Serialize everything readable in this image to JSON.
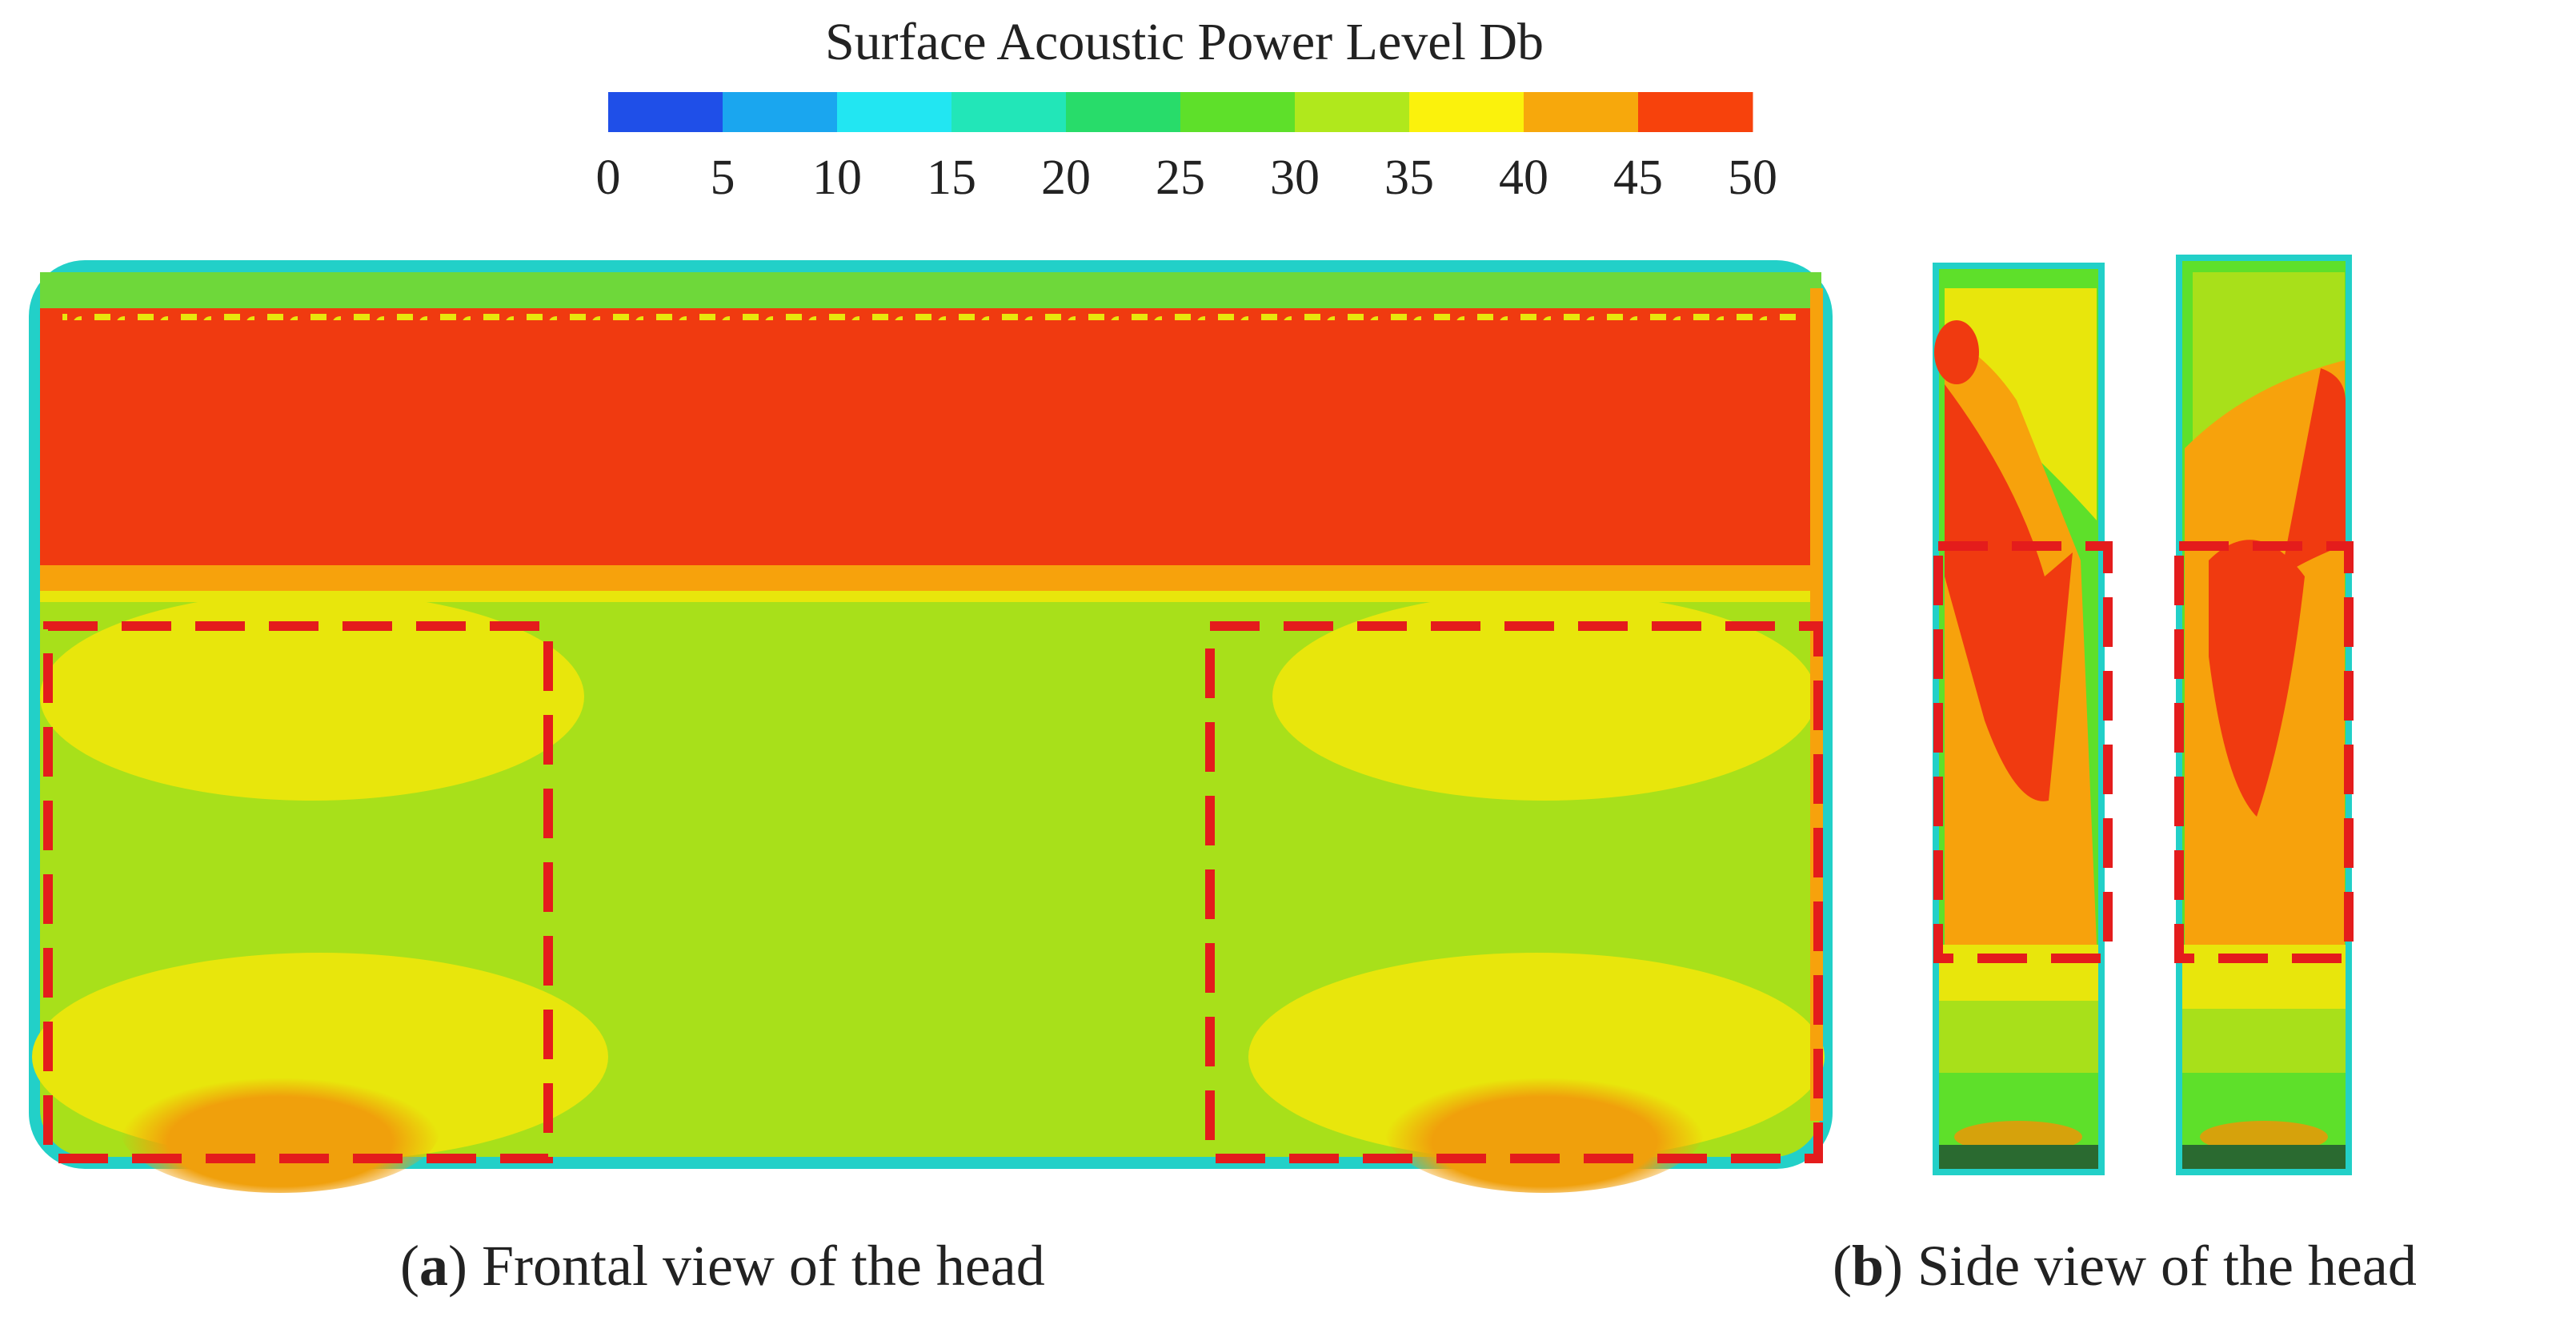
{
  "legend": {
    "title": "Surface Acoustic Power Level Db",
    "ticks": [
      "0",
      "5",
      "10",
      "15",
      "20",
      "25",
      "30",
      "35",
      "40",
      "45",
      "50"
    ],
    "colors": [
      "#1f4fe8",
      "#1aa6ef",
      "#22e6f2",
      "#22e6b8",
      "#28dc6a",
      "#5ee02a",
      "#b0e81c",
      "#fbf20c",
      "#f7a80c",
      "#f7420c"
    ]
  },
  "panels": {
    "a": {
      "letter": "a",
      "caption": "Frontal view of the head"
    },
    "b": {
      "letter": "b",
      "caption": "Side view of the head"
    }
  },
  "palette": {
    "dashed_box": "#e41c1c",
    "red_zone": "#f03a10",
    "orange_zone": "#f7a20c",
    "yellow_zone": "#e8e60c",
    "green_zone": "#a8e01a",
    "cyan_edge": "#22d0c8"
  }
}
